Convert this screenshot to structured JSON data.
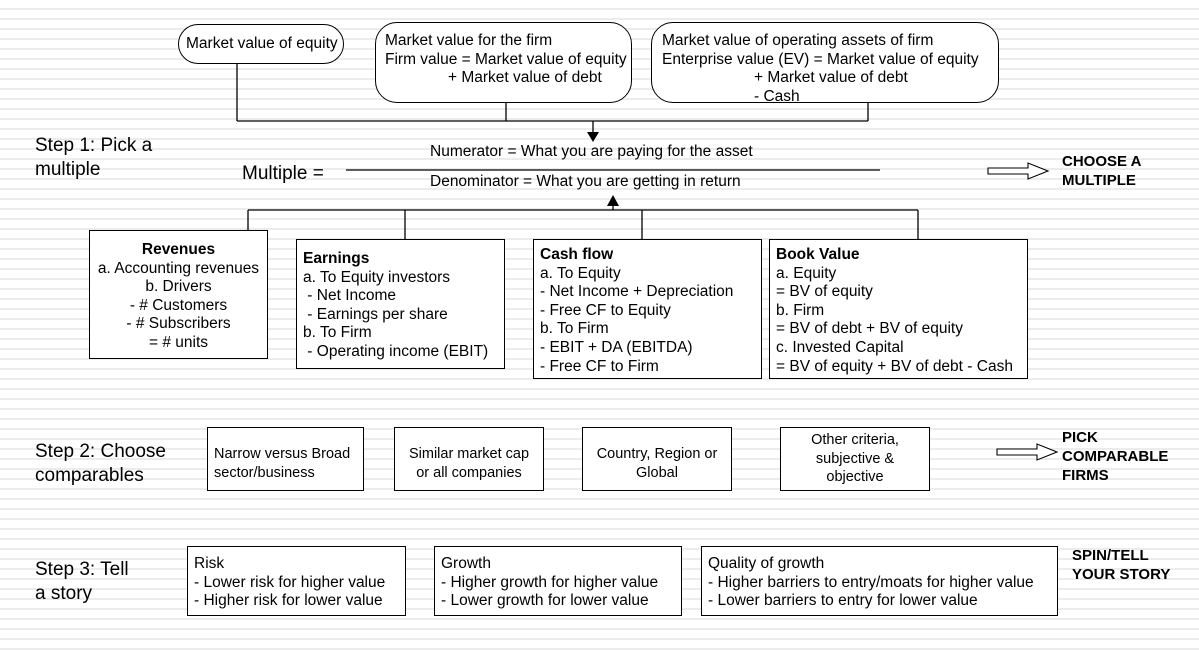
{
  "top_boxes": {
    "equity": "Market value of equity",
    "firm": [
      "Market value for the firm",
      "Firm value = Market value of equity",
      "+ Market value of debt"
    ],
    "ev": [
      "Market value of operating assets of firm",
      "Enterprise value (EV) = Market value of equity",
      "+ Market value of debt",
      "- Cash"
    ]
  },
  "steps": {
    "step1": [
      "Step 1: Pick a",
      "multiple"
    ],
    "step2": [
      "Step 2: Choose",
      "comparables"
    ],
    "step3": [
      "Step 3: Tell",
      "a story"
    ]
  },
  "multiple": {
    "label": "Multiple =",
    "numerator": "Numerator = What you are paying for the asset",
    "denominator": "Denominator = What you are getting in return"
  },
  "side_labels": {
    "choose": [
      "CHOOSE A",
      "MULTIPLE"
    ],
    "pick": [
      "PICK",
      "COMPARABLE",
      "FIRMS"
    ],
    "spin": [
      "SPIN/TELL",
      "YOUR STORY"
    ]
  },
  "denominator_boxes": {
    "revenues": [
      "Revenues",
      "a. Accounting revenues",
      "b. Drivers",
      "- # Customers",
      "- # Subscribers",
      "= # units"
    ],
    "earnings": [
      "Earnings",
      "a. To Equity investors",
      " - Net Income",
      " - Earnings per share",
      "b. To Firm",
      " - Operating income (EBIT)"
    ],
    "cashflow": [
      "Cash flow",
      "a. To Equity",
      "- Net Income + Depreciation",
      "- Free CF to Equity",
      "b. To Firm",
      "- EBIT + DA (EBITDA)",
      "- Free CF to Firm"
    ],
    "bookvalue": [
      "Book Value",
      "a. Equity",
      "= BV of equity",
      "b. Firm",
      "= BV of debt + BV of equity",
      "c. Invested Capital",
      "= BV of equity + BV of debt - Cash"
    ]
  },
  "comparables": {
    "narrow": [
      "Narrow versus Broad",
      "sector/business"
    ],
    "marketcap": [
      "Similar market cap",
      "or all companies"
    ],
    "region": [
      "Country, Region or",
      "Global"
    ],
    "other": [
      "Other criteria,",
      "subjective &",
      "objective"
    ]
  },
  "story": {
    "risk": [
      "Risk",
      "- Lower risk for higher value",
      "- Higher risk for lower value"
    ],
    "growth": [
      "Growth",
      "- Higher growth for higher value",
      "- Lower growth for lower value"
    ],
    "quality": [
      "Quality of growth",
      "- Higher barriers to entry/moats for higher value",
      "- Lower barriers to entry for lower value"
    ]
  }
}
